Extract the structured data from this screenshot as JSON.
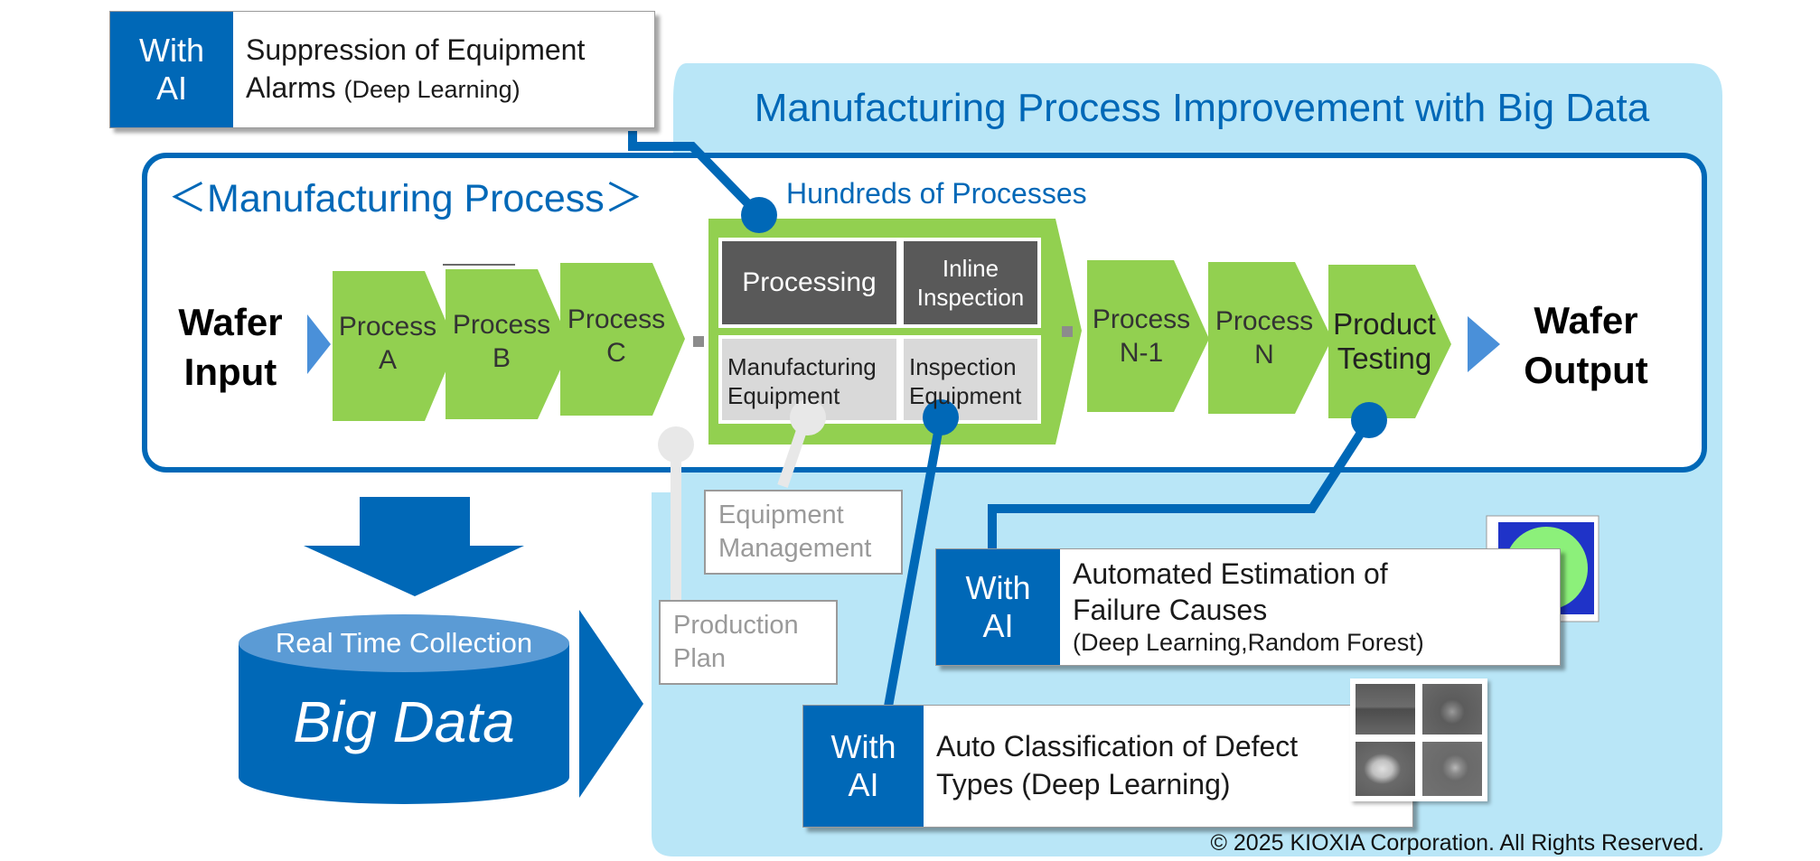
{
  "title": "Manufacturing Process Improvement with Big Data",
  "process_title": "＜Manufacturing Process＞",
  "hundreds_label": "Hundreds of Processes",
  "wafer_input": "Wafer\nInput",
  "wafer_output": "Wafer\nOutput",
  "processes": [
    {
      "label": "Process\nA"
    },
    {
      "label": "Process\nB"
    },
    {
      "label": "Process\nC"
    },
    {
      "label": "Process\nN-1"
    },
    {
      "label": "Process\nN"
    },
    {
      "label": "Product\nTesting"
    }
  ],
  "detail": {
    "processing": "Processing",
    "inline_inspection": "Inline\nInspection",
    "manufacturing_equipment": "Manufacturing\nEquipment",
    "inspection_equipment": "Inspection\nEquipment"
  },
  "equipment_management": "Equipment\nManagement",
  "production_plan": "Production\nPlan",
  "big_data": {
    "collection": "Real Time Collection",
    "label": "Big Data"
  },
  "ai_boxes": {
    "alarms": {
      "tag": "With\nAI",
      "line1": "Suppression of Equipment",
      "line2_main": "Alarms ",
      "line2_small": "(Deep Learning)"
    },
    "failure": {
      "tag": "With\nAI",
      "line1": "Automated Estimation of",
      "line2": "Failure Causes",
      "line3": "(Deep Learning,Random Forest)"
    },
    "defect": {
      "tag": "With\nAI",
      "line1": "Auto Classification of Defect",
      "line2": "Types (Deep Learning)"
    }
  },
  "copyright": "© 2025 KIOXIA Corporation. All Rights Reserved.",
  "colors": {
    "blue": "#0068b7",
    "light_blue_panel": "#b9e6f7",
    "green": "#92d050",
    "dark_gray": "#595959",
    "light_gray": "#d9d9d9",
    "input_arrow": "#4a90d9"
  }
}
